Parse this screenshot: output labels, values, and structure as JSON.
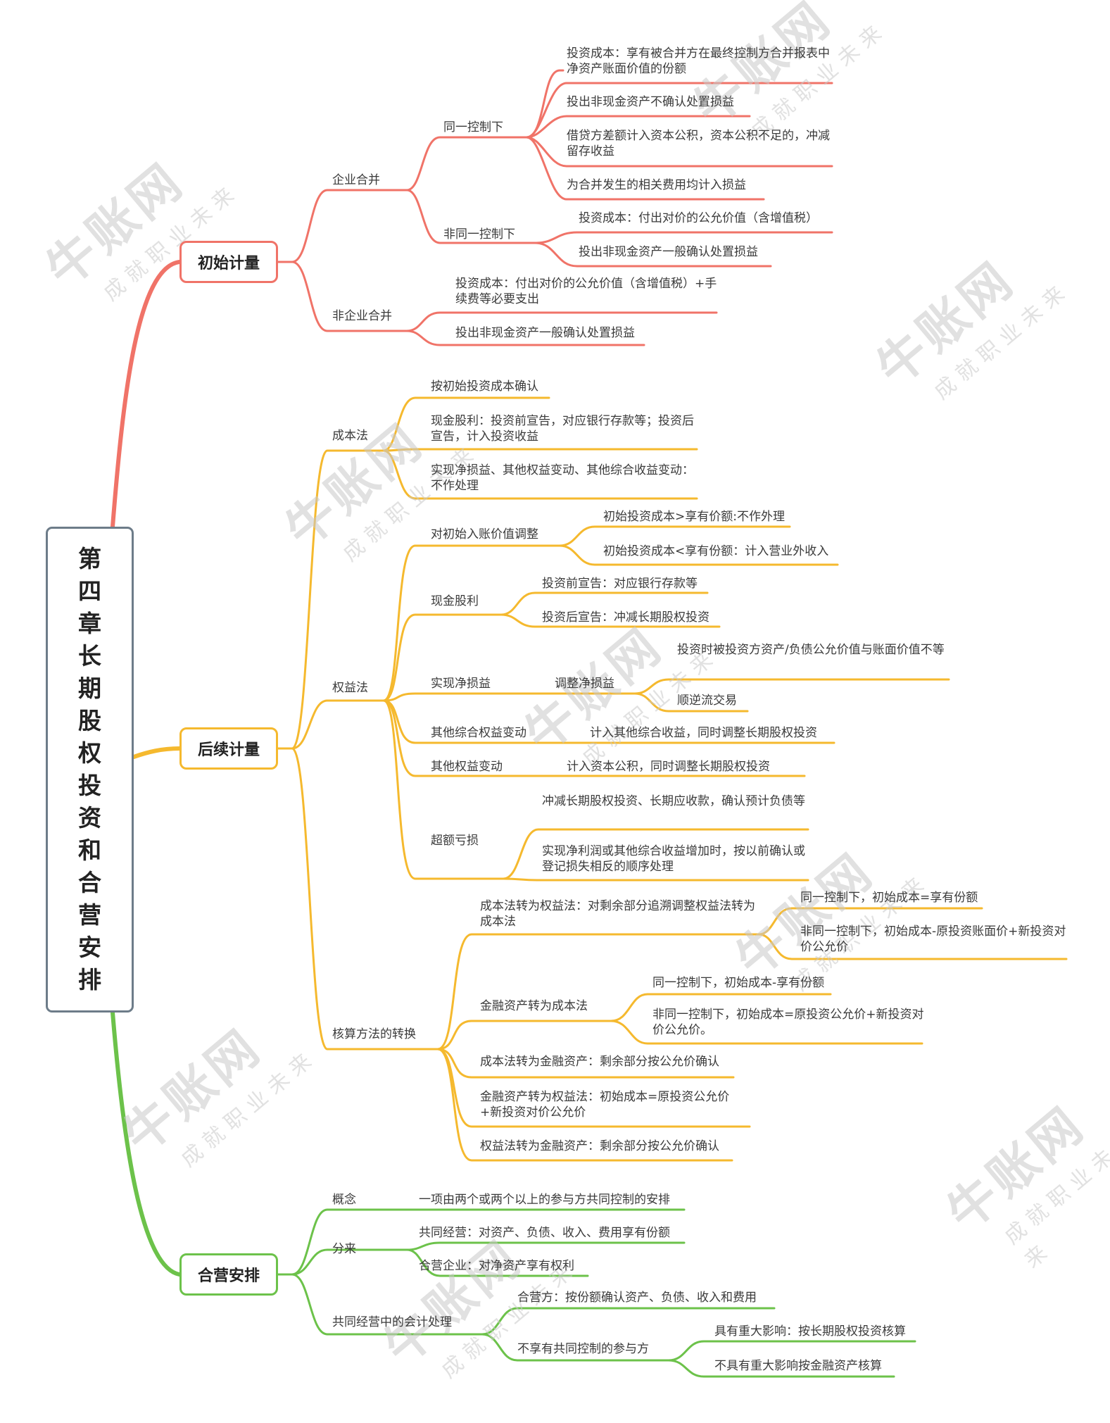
{
  "root": {
    "title": "第四章长期股权投资和合营安排"
  },
  "colors": {
    "red": "#f07368",
    "yellow": "#f5b92e",
    "green": "#6cc24a",
    "root_border": "#6d7c89"
  },
  "watermark": {
    "brand": "牛账网",
    "slogan": "成就职业未来"
  },
  "branches": {
    "initial": {
      "label": "初始计量",
      "business_combination": {
        "label": "企业合并",
        "same_control": {
          "label": "同一控制下",
          "items": [
            "投资成本：享有被合并方在最终控制方合并报表中净资产账面价值的份额",
            "投出非现金资产不确认处置损益",
            "借贷方差额计入资本公积，资本公积不足的，冲减留存收益",
            "为合并发生的相关费用均计入损益"
          ]
        },
        "non_same_control": {
          "label": "非同一控制下",
          "items": [
            "投资成本：付出对价的公允价值（含增值税）",
            "投出非现金资产一般确认处置损益"
          ]
        }
      },
      "non_business_combination": {
        "label": "非企业合并",
        "items": [
          "投资成本：付出对价的公允价值（含增值税）+手续费等必要支出",
          "投出非现金资产一般确认处置损益"
        ]
      }
    },
    "subsequent": {
      "label": "后续计量",
      "cost_method": {
        "label": "成本法",
        "items": [
          "按初始投资成本确认",
          "现金股利：投资前宣告，对应银行存款等；投资后宣告，计入投资收益",
          "实现净损益、其他权益变动、其他综合收益变动：不作处理"
        ]
      },
      "equity_method": {
        "label": "权益法",
        "adjust": {
          "label": "对初始入账价值调整",
          "items": [
            "初始投资成本>享有价额:不作外理",
            "初始投资成本<享有份额：计入营业外收入"
          ]
        },
        "dividend": {
          "label": "现金股利",
          "items": [
            "投资前宣告：对应银行存款等",
            "投资后宣告：冲减长期股权投资"
          ]
        },
        "net_profit": {
          "label": "实现净损益",
          "sub_label": "调整净损益",
          "items": [
            "投资时被投资方资产/负债公允价值与账面价值不等",
            "顺逆流交易"
          ]
        },
        "oci": {
          "label": "其他综合权益变动",
          "item": "计入其他综合收益，同时调整长期股权投资"
        },
        "other_equity": {
          "label": "其他权益变动",
          "item": "计入资本公积，同时调整长期股权投资"
        },
        "excess_loss": {
          "label": "超额亏损",
          "items": [
            "冲减长期股权投资、长期应收款，确认预计负债等",
            "实现净利润或其他综合收益增加时，按以前确认或登记损失相反的顺序处理"
          ]
        }
      },
      "conversion": {
        "label": "核算方法的转换",
        "cost_equity": {
          "label": "成本法转为权益法：对剩余部分追溯调整权益法转为成本法",
          "items": [
            "同一控制下，初始成本=享有份额",
            "非同一控制下，初始成本-原投资账面价+新投资对价公允价"
          ]
        },
        "fin_to_cost": {
          "label": "金融资产转为成本法",
          "items": [
            "同一控制下，初始成本-享有份额",
            "非同一控制下，初始成本=原投资公允价+新投资对价公允价。"
          ]
        },
        "items": [
          "成本法转为金融资产：剩余部分按公允价确认",
          "金融资产转为权益法：初始成本=原投资公允价+新投资对价公允价",
          "权益法转为金融资产：剩余部分按公允价确认"
        ]
      }
    },
    "joint": {
      "label": "合营安排",
      "concept": {
        "label": "概念",
        "item": "一项由两个或两个以上的参与方共同控制的安排"
      },
      "category": {
        "label": "分来",
        "items": [
          "共同经营：对资产、负债、收入、费用享有份额",
          "合营企业：对净资产享有权利"
        ]
      },
      "accounting": {
        "label": "共同经营中的会计处理",
        "operator": "合营方：按份额确认资产、负债、收入和费用",
        "non_control": {
          "label": "不享有共同控制的参与方",
          "items": [
            "具有重大影响：按长期股权投资核算",
            "不具有重大影响按金融资产核算"
          ]
        }
      }
    }
  }
}
